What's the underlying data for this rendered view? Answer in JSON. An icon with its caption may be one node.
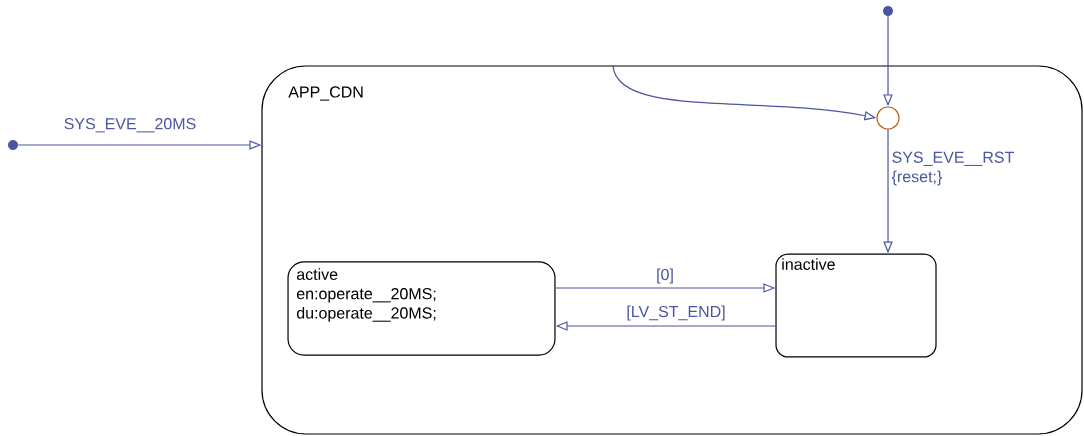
{
  "diagram": {
    "nodes": [
      {
        "text": [],
        "shape": "circle"
      },
      {
        "text": [],
        "shape": "circle"
      },
      {
        "text": [
          "APP_CDN"
        ]
      },
      {
        "text": [],
        "shape": "circle",
        "in": 2
      },
      {
        "text": [
          "active",
          "en:operate__20MS;",
          "du:operate__20MS;"
        ],
        "in": 2
      },
      {
        "text": [
          "inactive"
        ],
        "in": 2
      }
    ],
    "edges": [
      {
        "from": 0,
        "to": 2,
        "arrow": "to",
        "label": "SYS_EVE__20MS"
      },
      {
        "from": 1,
        "to": 3,
        "arrow": "to"
      },
      {
        "from": 2,
        "to": 3,
        "arrow": "to"
      },
      {
        "from": 3,
        "to": 5,
        "arrow": "to",
        "label": "SYS_EVE__RST {reset;}"
      },
      {
        "from": 4,
        "to": 5,
        "arrow": "to",
        "label": "[0]"
      },
      {
        "from": 5,
        "to": 4,
        "arrow": "to",
        "label": "[LV_ST_END]"
      }
    ]
  }
}
